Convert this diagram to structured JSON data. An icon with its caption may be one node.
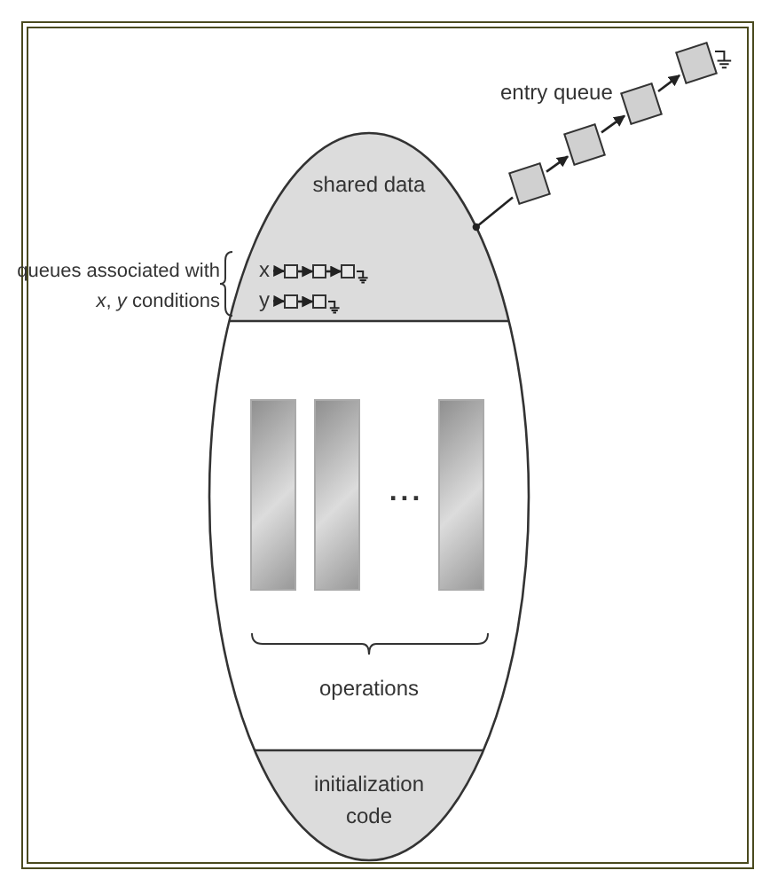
{
  "diagram": {
    "nodes": [
      {
        "text": [
          "shared data"
        ]
      },
      {
        "text": [
          "x"
        ],
        "in": 0
      },
      {
        "text": [],
        "shape": "box",
        "in": 0
      },
      {
        "text": [],
        "shape": "box",
        "in": 0
      },
      {
        "text": [],
        "shape": "box",
        "in": 0
      },
      {
        "text": [
          "y"
        ],
        "in": 0
      },
      {
        "text": [],
        "shape": "box",
        "in": 0
      },
      {
        "text": [],
        "shape": "box",
        "in": 0
      },
      {
        "text": [
          "operations"
        ]
      },
      {
        "text": [],
        "shape": "bar",
        "in": 8
      },
      {
        "text": [],
        "shape": "bar",
        "in": 8
      },
      {
        "text": [],
        "shape": "bar",
        "in": 8
      },
      {
        "text": [
          "initialization code"
        ]
      },
      {
        "text": [],
        "shape": "box"
      },
      {
        "text": [],
        "shape": "box"
      },
      {
        "text": [],
        "shape": "box"
      },
      {
        "text": [],
        "shape": "box"
      }
    ],
    "edges": [
      {
        "from": 1,
        "to": 2,
        "arrow": "to"
      },
      {
        "from": 2,
        "to": 3,
        "arrow": "to"
      },
      {
        "from": 3,
        "to": 4,
        "arrow": "to"
      },
      {
        "from": 5,
        "to": 6,
        "arrow": "to"
      },
      {
        "from": 6,
        "to": 7,
        "arrow": "to"
      },
      {
        "from": 0,
        "to": 13,
        "arrow": "other"
      },
      {
        "from": 13,
        "to": 14,
        "arrow": "to"
      },
      {
        "from": 14,
        "to": 15,
        "arrow": "to"
      },
      {
        "from": 15,
        "to": 16,
        "arrow": "to"
      }
    ],
    "labels": [
      "entry queue",
      "queues associated with *x*, *y* conditions",
      "..."
    ]
  }
}
